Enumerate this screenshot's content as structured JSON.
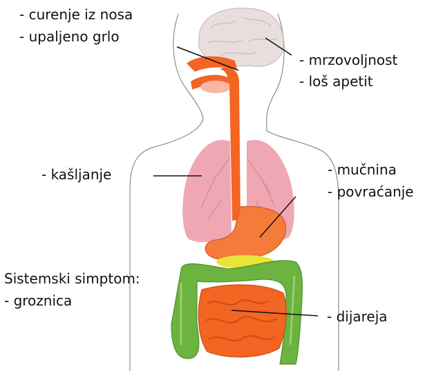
{
  "labels": {
    "runny_nose": "- curenje iz nosa",
    "sore_throat": "- upaljeno grlo",
    "irritability": "- mrzovoljnost",
    "poor_appetite": "- loš apetit",
    "cough": "- kašljanje",
    "nausea": "- mučnina",
    "vomiting": "- povraćanje",
    "systemic_heading": "Sistemski simptom:",
    "fever": "- groznica",
    "diarrhea": "- dijareja"
  },
  "colors": {
    "outline": "#8a8a8a",
    "brain": "#e9dede",
    "esophagus": "#f26522",
    "lungs": "#efa7b3",
    "stomach": "#f47b3a",
    "large_intestine": "#6cb33f",
    "small_intestine": "#f26522",
    "gallbladder": "#e8e53a"
  }
}
